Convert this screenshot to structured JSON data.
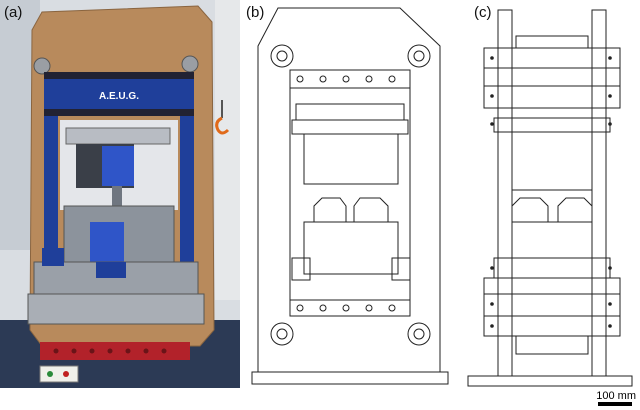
{
  "figure": {
    "panel_labels": {
      "a": "(a)",
      "b": "(b)",
      "c": "(c)"
    },
    "machine_plate_text": "A.E.U.G.",
    "scale_bar_label": "100 mm"
  },
  "colors": {
    "frame_blue": "#1f3f9a",
    "board_brown": "#b88a5c",
    "stripe_dark": "#222233",
    "base_red": "#b2222a",
    "hook_orange": "#e06a1a",
    "line_gray": "#222222"
  },
  "icons": [
    "lifting-hook-icon",
    "bolt-icon"
  ]
}
